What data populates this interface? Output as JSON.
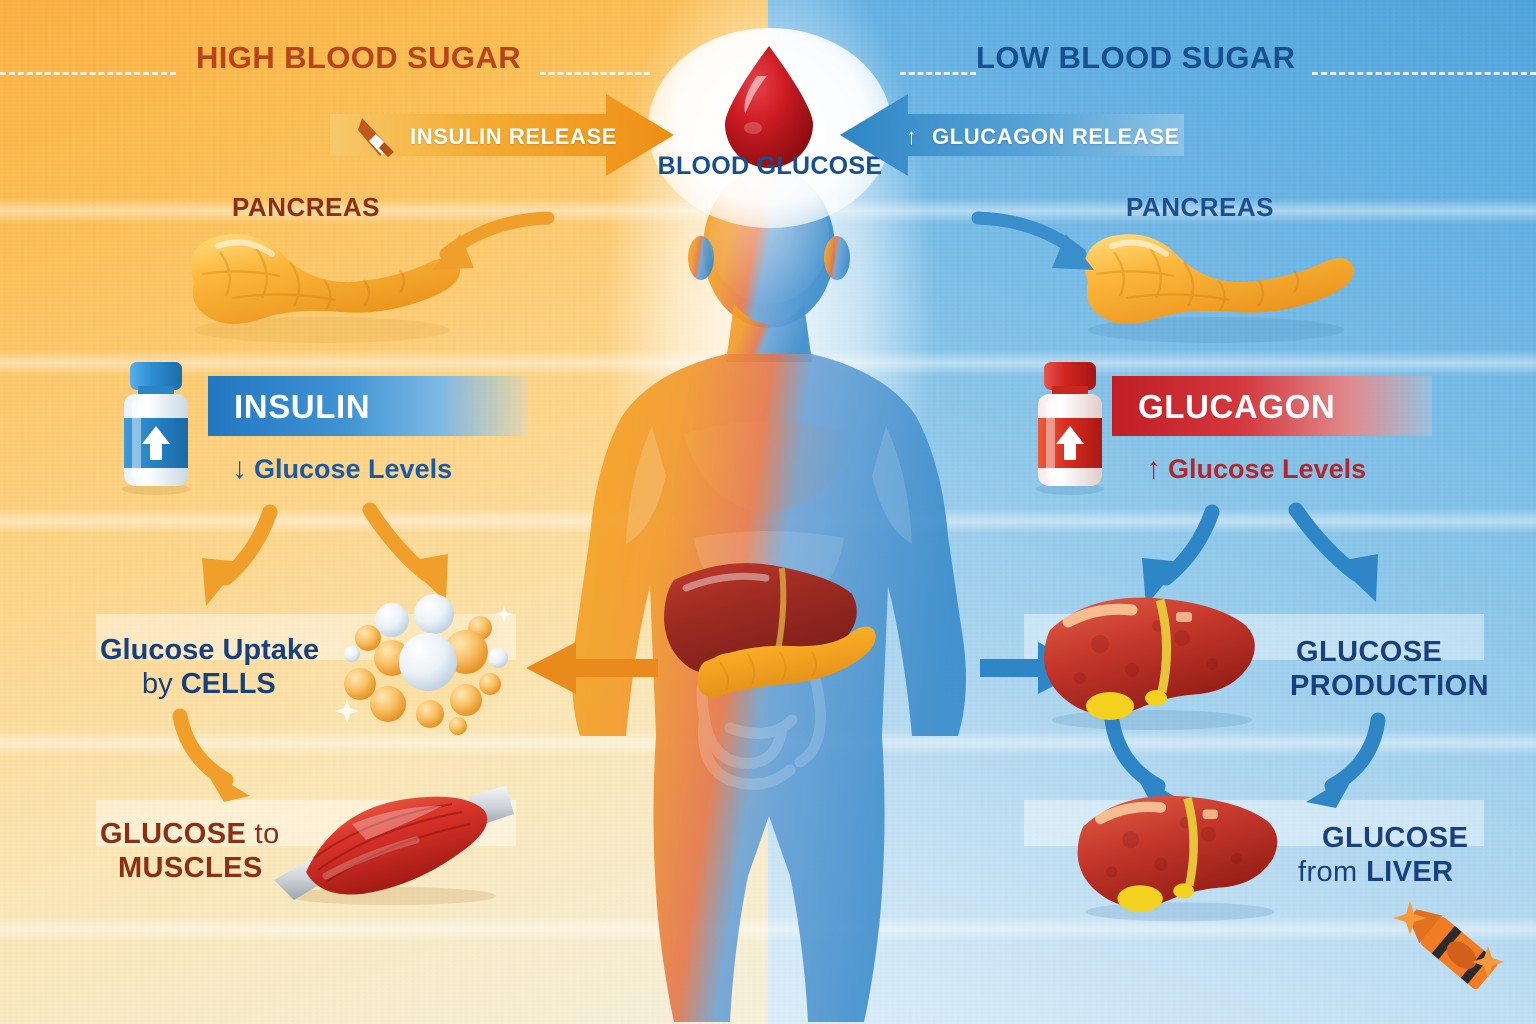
{
  "headings": {
    "left": "HIGH BLOOD SUGAR",
    "right": "LOW BLOOD SUGAR"
  },
  "center": {
    "label": "BLOOD GLUCOSE",
    "icon": "blood-drop-icon",
    "drop_color": "#c4161c"
  },
  "flow_arrows": {
    "left": {
      "text": "INSULIN RELEASE",
      "icon": "syringe-icon",
      "direction": "right",
      "color": "#f0932b"
    },
    "right": {
      "text": "GLUCAGON RELEASE",
      "icon": "arrow-up-icon",
      "arrow_glyph": "↑",
      "direction": "left",
      "color": "#3d92cd"
    }
  },
  "left_side": {
    "accent": "#e98a1c",
    "heading_color": "#b8441a",
    "pancreas_label": "PANCREAS",
    "hormone": {
      "name": "INSULIN",
      "banner_color": "#2277c0",
      "effect_arrow": "↓",
      "effect_text": "Glucose Levels",
      "bottle": "insulin-bottle-icon"
    },
    "steps": [
      {
        "line1": "Glucose Uptake",
        "line2_thin": "by ",
        "line2_bold": "CELLS",
        "icon": "glucose-cells-icon"
      },
      {
        "line1_bold": "GLUCOSE",
        "line1_thin": " to",
        "line2": "MUSCLES",
        "icon": "muscle-icon"
      }
    ]
  },
  "right_side": {
    "accent": "#3d92cd",
    "heading_color": "#17508f",
    "pancreas_label": "PANCREAS",
    "hormone": {
      "name": "GLUCAGON",
      "banner_color": "#bf1f25",
      "effect_arrow": "↑",
      "effect_text": "Glucose Levels",
      "bottle": "glucagon-bottle-icon"
    },
    "steps": [
      {
        "line1": "GLUCOSE",
        "line2": "PRODUCTION",
        "icon": "liver-icon"
      },
      {
        "line1": "GLUCOSE",
        "line2_thin": "from ",
        "line2_bold": "LIVER",
        "icon": "liver-icon"
      }
    ]
  },
  "center_figure": {
    "icon": "human-body-silhouette",
    "organs": [
      "liver-icon",
      "pancreas-icon",
      "intestines-icon"
    ],
    "left_tint": "#f4a02a",
    "right_tint": "#3f8fd0"
  },
  "watermark": {
    "icon": "crayon-icon",
    "color": "#f07c24"
  }
}
